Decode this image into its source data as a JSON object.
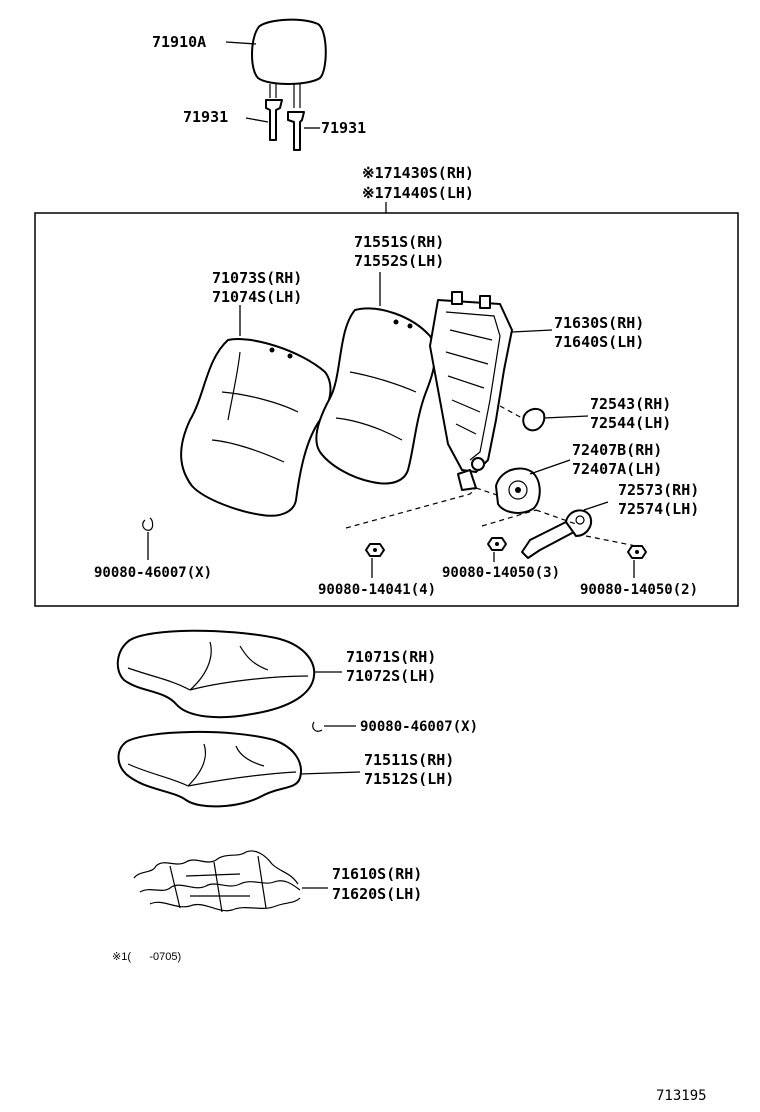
{
  "labels": {
    "headrest": "71910A",
    "guide_left": "71931",
    "guide_right": "71931",
    "back_assy_rh": "※171430S(RH)",
    "back_assy_lh": "※171440S(LH)",
    "back_pad_rh": "71551S(RH)",
    "back_pad_lh": "71552S(LH)",
    "back_cover_rh": "71073S(RH)",
    "back_cover_lh": "71074S(LH)",
    "back_frame_rh": "71630S(RH)",
    "back_frame_lh": "71640S(LH)",
    "hinge_cover_rh": "72543(RH)",
    "hinge_cover_lh": "72544(LH)",
    "adjuster_rh": "72407B(RH)",
    "adjuster_lh": "72407A(LH)",
    "lever_rh": "72573(RH)",
    "lever_lh": "72574(LH)",
    "hog_ring_back": "90080-46007(X)",
    "bolt_a": "90080-14041(4)",
    "bolt_b": "90080-14050(3)",
    "bolt_c": "90080-14050(2)",
    "cushion_cover_rh": "71071S(RH)",
    "cushion_cover_lh": "71072S(LH)",
    "hog_ring_cushion": "90080-46007(X)",
    "cushion_pad_rh": "71511S(RH)",
    "cushion_pad_lh": "71512S(LH)",
    "spring_rh": "71610S(RH)",
    "spring_lh": "71620S(LH)"
  },
  "footnote": "※1(      -0705)",
  "figure_number": "713195"
}
